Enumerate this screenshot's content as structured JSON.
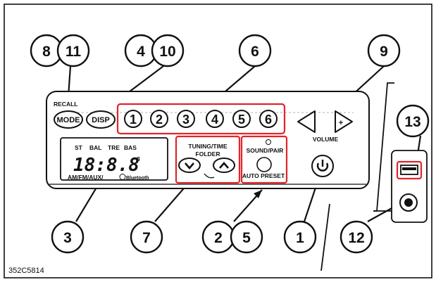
{
  "figure_id": "352C5814",
  "callouts": [
    "8",
    "11",
    "4",
    "10",
    "6",
    "9",
    "13",
    "3",
    "7",
    "2",
    "5",
    "1",
    "12"
  ],
  "buttons": {
    "recall": "RECALL",
    "mode": "MODE",
    "disp": "DISP",
    "presets": [
      "1",
      "2",
      "3",
      "4",
      "5",
      "6"
    ],
    "volume_left": "<",
    "volume_right": "+",
    "volume_label": "VOLUME",
    "power_icon": "power-icon",
    "tuning_label_1": "TUNING/TIME",
    "tuning_label_2": "FOLDER",
    "tuning_down": "v",
    "tuning_up": "^",
    "sound_pair": "SOUND/PAIR",
    "auto_preset": "AUTO PRESET"
  },
  "display": {
    "indicators": [
      "ST",
      "BAL",
      "TRE",
      "BAS"
    ],
    "digits": "18:8.8",
    "superscript": "8",
    "source_label": "AM/FM/AUX/",
    "bluetooth_label": "Bluetooth"
  },
  "colors": {
    "highlight": "#e0242b",
    "line": "#111111"
  }
}
